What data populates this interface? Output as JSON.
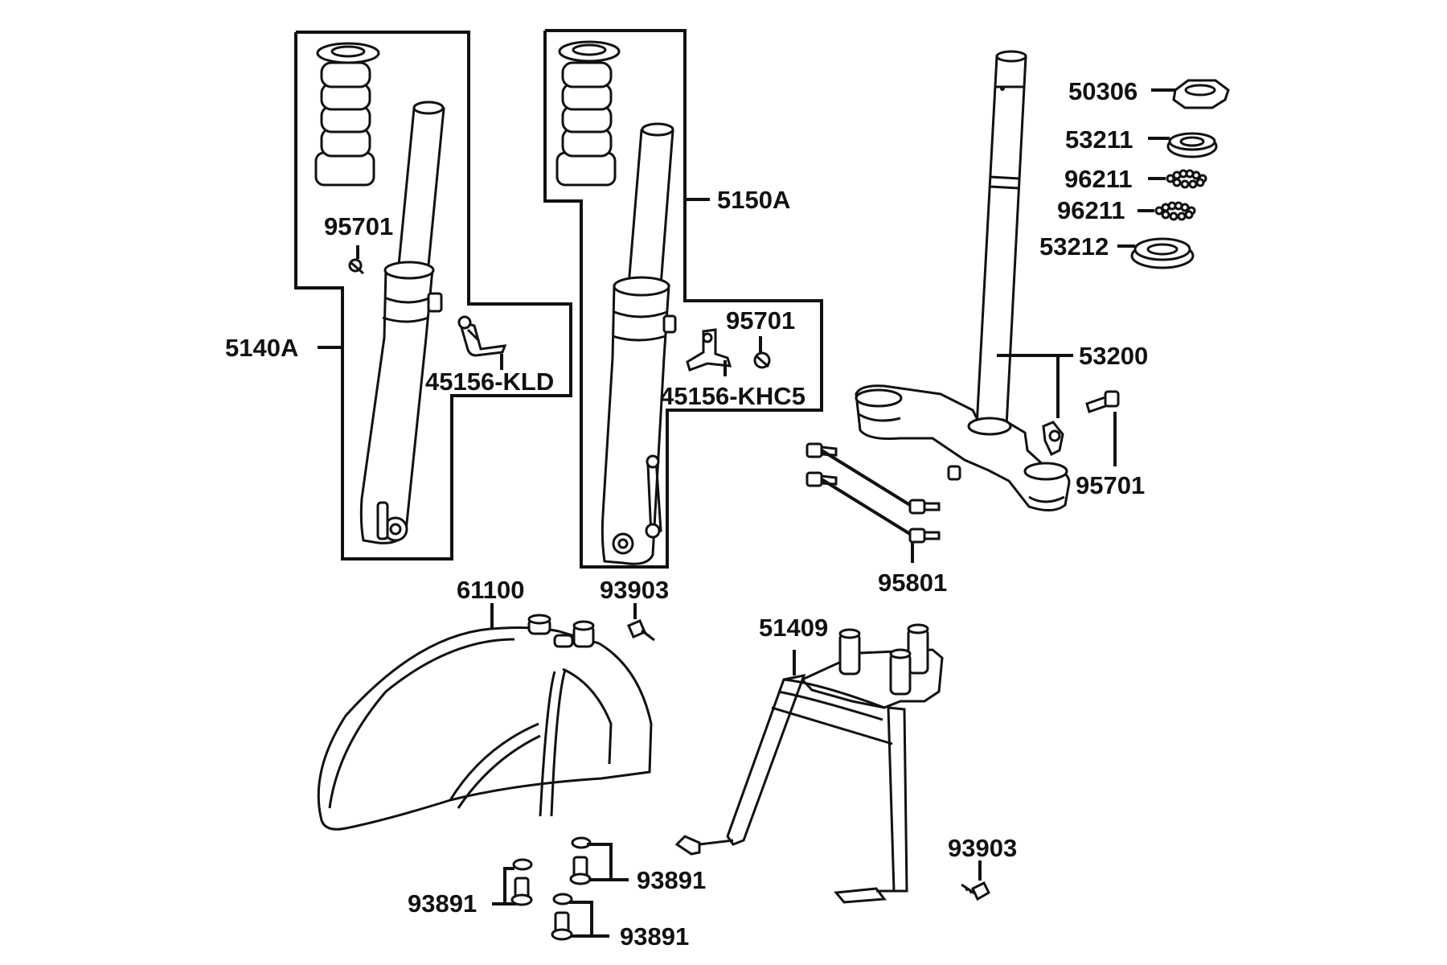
{
  "labels": {
    "fork_left": "5140A",
    "fork_right": "5150A",
    "bolt_left_fork": "95701",
    "bracket_left": "45156-KLD",
    "bolt_right_fork": "95701",
    "bracket_right": "45156-KHC5",
    "steering_nut": "50306",
    "cone_race_top": "53211",
    "ball_race_1": "96211",
    "ball_race_2": "96211",
    "cone_race_bottom": "53212",
    "steering_stem": "53200",
    "bolt_stem": "95701",
    "bolts_clamp": "95801",
    "fender": "61100",
    "screw_fender": "93903",
    "center_stand": "51409",
    "screw_stand": "93903",
    "bolt_fender_a": "93891",
    "bolt_fender_b": "93891",
    "bolt_fender_c": "93891"
  }
}
